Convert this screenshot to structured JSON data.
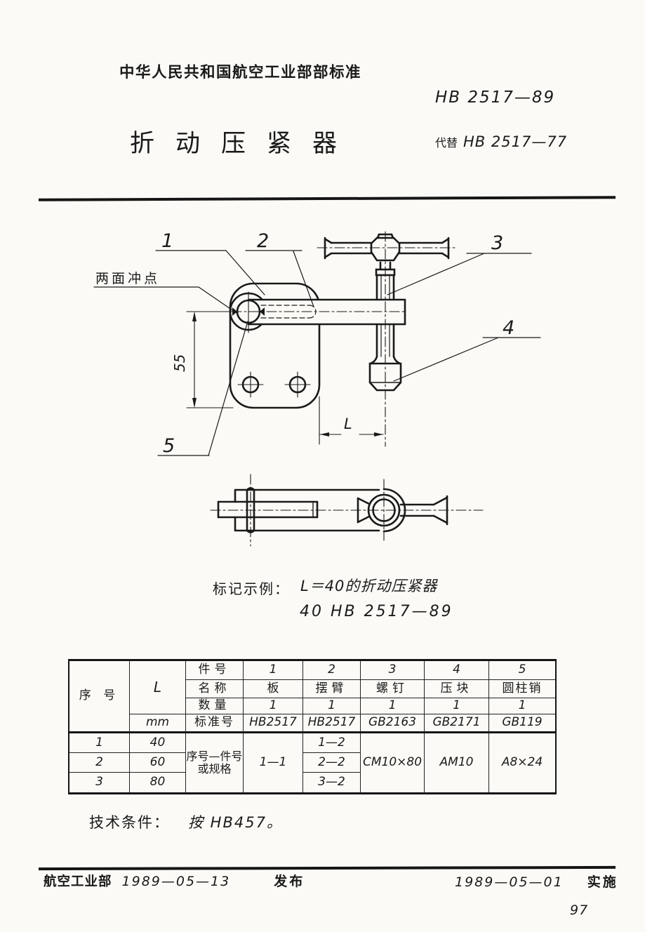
{
  "page": {
    "number": "97"
  },
  "header": {
    "org": "中华人民共和国航空工业部部标准",
    "number": "HB 2517—89",
    "title": "折动压紧器",
    "replaces_label": "代替",
    "replaces_number": "HB 2517—77"
  },
  "drawing": {
    "annotation": "两面冲点",
    "part_labels": [
      "1",
      "2",
      "3",
      "4",
      "5"
    ],
    "dim_height": "55",
    "dim_length": "L"
  },
  "marking": {
    "label": "标记示例：",
    "line1": "L＝40的折动压紧器",
    "line2": "40  HB 2517—89"
  },
  "table": {
    "seq_label": "序 号",
    "l_label": "L",
    "unit": "mm",
    "row_labels": [
      "件号",
      "名称",
      "数量",
      "标准号"
    ],
    "spec_label_1": "序号—件号",
    "spec_label_2": "或规格",
    "parts": [
      {
        "no": "1",
        "name": "板",
        "qty": "1",
        "std": "HB2517",
        "spec": "1—1"
      },
      {
        "no": "2",
        "name": "摆臂",
        "qty": "1",
        "std": "HB2517",
        "spec": [
          "1—2",
          "2—2",
          "3—2"
        ]
      },
      {
        "no": "3",
        "name": "螺钉",
        "qty": "1",
        "std": "GB2163",
        "spec": "CM10×80"
      },
      {
        "no": "4",
        "name": "压块",
        "qty": "1",
        "std": "GB2171",
        "spec": "AM10"
      },
      {
        "no": "5",
        "name": "圆柱销",
        "qty": "1",
        "std": "GB119",
        "spec": "A8×24"
      }
    ],
    "rows": [
      {
        "seq": "1",
        "L": "40"
      },
      {
        "seq": "2",
        "L": "60"
      },
      {
        "seq": "3",
        "L": "80"
      }
    ]
  },
  "tech": {
    "label": "技术条件：",
    "text": "按 HB457。"
  },
  "footer": {
    "issuer": "航空工业部",
    "issue_date": "1989—05—13",
    "issue_label": "发布",
    "impl_date": "1989—05—01",
    "impl_label": "实施"
  }
}
